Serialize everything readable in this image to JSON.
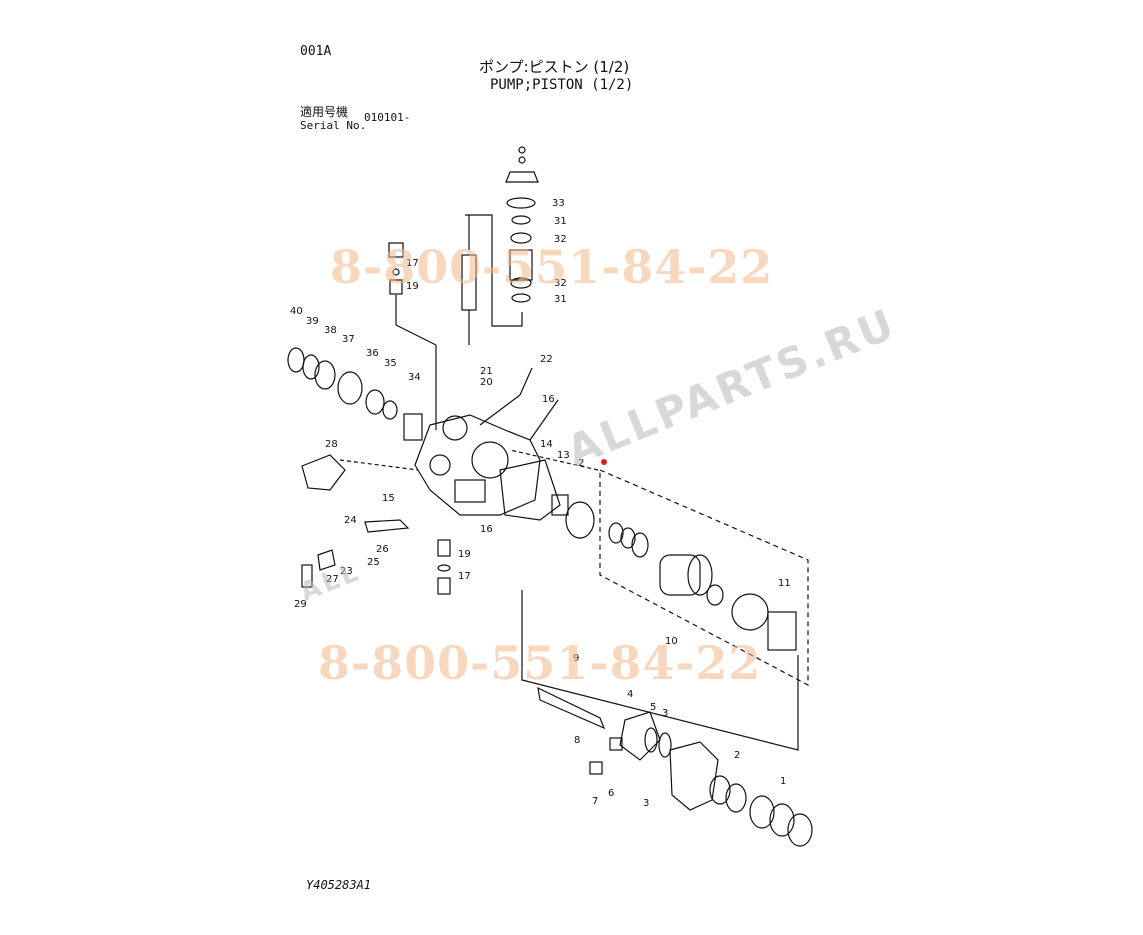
{
  "header": {
    "page_code": "001A",
    "title_jp": "ポンプ:ピストン (1/2)",
    "title_en": "PUMP;PISTON (1/2)",
    "serial_label_jp": "適用号機",
    "serial_label_en": "Serial No.",
    "serial_value": "010101-"
  },
  "footer": {
    "reference_code": "Y405283A1"
  },
  "watermarks": {
    "phone_1": "8-800-551-84-22",
    "phone_2": "8-800-551-84-22",
    "site_1": "ALLPARTS.RU",
    "site_2": "ALL"
  },
  "colors": {
    "line": "#111111",
    "watermark_phone": "#f4b78c",
    "watermark_site": "#b9b9b9",
    "accent_marker": "#e02020"
  },
  "part_labels": [
    "1",
    "2",
    "2",
    "3",
    "3",
    "4",
    "5",
    "6",
    "7",
    "8",
    "9",
    "10",
    "11",
    "13",
    "14",
    "15",
    "16",
    "16",
    "17",
    "17",
    "19",
    "19",
    "20",
    "21",
    "22",
    "23",
    "24",
    "25",
    "26",
    "27",
    "28",
    "29",
    "31",
    "31",
    "32",
    "32",
    "33",
    "34",
    "35",
    "36",
    "37",
    "38",
    "39",
    "40"
  ]
}
